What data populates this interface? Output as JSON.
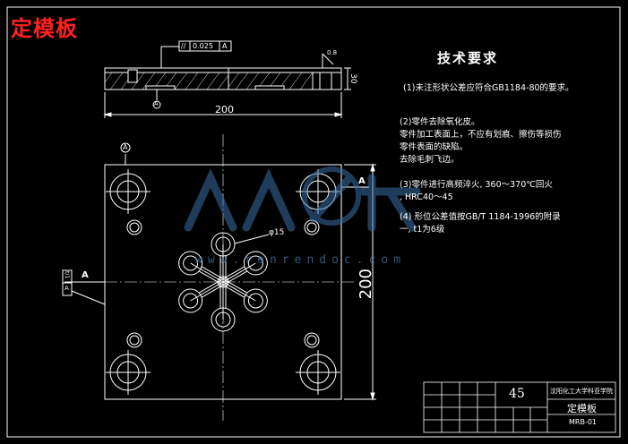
{
  "drawing_title": "定模板",
  "tolerance_frame": {
    "symbol": "//",
    "value": "0.025",
    "datum": "A"
  },
  "dimensions": {
    "length": "200",
    "height": "30",
    "plan_width": "200",
    "hole_dia": "φ15",
    "datum_a_top": "A",
    "section_a": "A",
    "section_a_right": "A",
    "datum_box_top": "t/1",
    "datum_box_bottom": "A",
    "datum_circle": "A",
    "dim_small": "0.8"
  },
  "requirements": {
    "title": "技术要求",
    "items": [
      "(1)未注形状公差应符合GB1184-80的要求。",
      "(2)零件去除氧化皮。\n零件加工表面上，不应有划痕、擦伤等损伤\n零件表面的缺陷。\n去除毛刺飞边。",
      "(3)零件进行高频淬火, 360～370℃回火\n, HRC40～45",
      "(4) 形位公差值按GB/T 1184-1996的附录\n一, t1为6级"
    ]
  },
  "watermark": {
    "text": "www.renrendoc.com",
    "logo": "人人文库"
  },
  "title_block": {
    "material_code": "45",
    "school": "沈阳化工大学科亚学院",
    "part_name": "定模板",
    "drawing_no": "MRB-01"
  },
  "colors": {
    "background": "#000000",
    "line": "#ffffff",
    "title": "#ff2020",
    "watermark": "#3a6ea5"
  }
}
